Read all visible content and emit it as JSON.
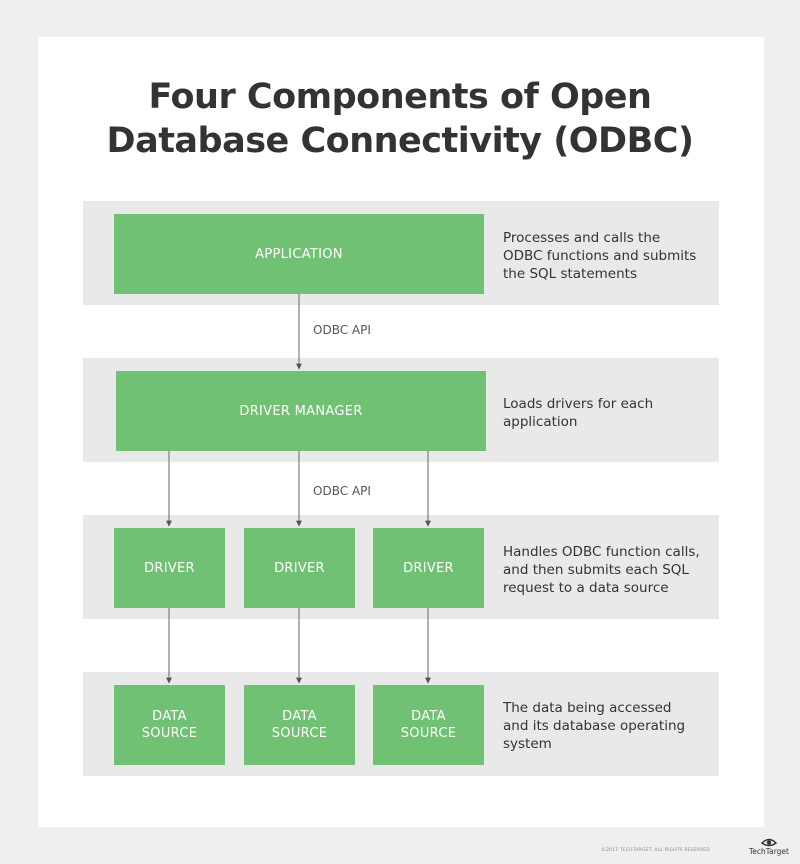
{
  "title": {
    "line1": "Four Components of Open",
    "line2": "Database Connectivity (ODBC)"
  },
  "layers": {
    "application": {
      "label": "APPLICATION",
      "desc": [
        "Processes and calls the",
        "ODBC functions and submits",
        "the SQL statements"
      ]
    },
    "driver_manager": {
      "label": "DRIVER MANAGER",
      "desc": [
        "Loads drivers for each",
        "application"
      ]
    },
    "drivers": {
      "labels": [
        "DRIVER",
        "DRIVER",
        "DRIVER"
      ],
      "desc": [
        "Handles ODBC function calls,",
        "and then submits each SQL",
        "request to a data source"
      ]
    },
    "data_sources": {
      "labels": [
        [
          "DATA",
          "SOURCE"
        ],
        [
          "DATA",
          "SOURCE"
        ],
        [
          "DATA",
          "SOURCE"
        ]
      ],
      "desc": [
        "The data being accessed",
        "and its database operating",
        "system"
      ]
    }
  },
  "api_labels": [
    "ODBC API",
    "ODBC API"
  ],
  "footer": {
    "copyright": "©2017 TECHTARGET. ALL RIGHTS RESERVED",
    "logo_text": "TechTarget"
  },
  "colors": {
    "box": "#71c174",
    "band": "#e9e9e9",
    "title": "#333333"
  }
}
